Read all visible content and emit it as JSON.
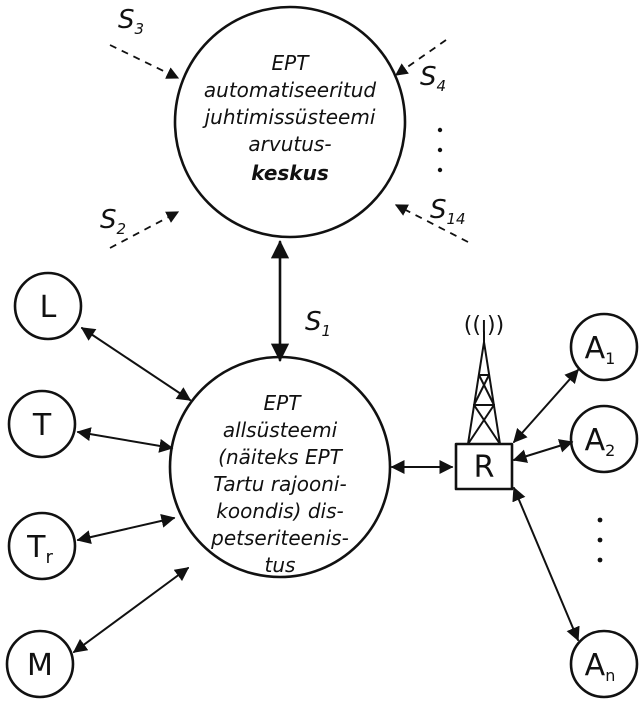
{
  "top_circle": {
    "lines": [
      "EPT",
      "automatiseeritud",
      "juhtimissüsteemi",
      "arvutus-",
      "keskus"
    ]
  },
  "bottom_circle": {
    "lines": [
      "EPT",
      "allsüsteemi",
      "(näiteks EPT",
      "Tartu rajooni-",
      "koondis) dis-",
      "petseriteenis-",
      "tus"
    ]
  },
  "signals": {
    "s1": {
      "base": "S",
      "sub": "1"
    },
    "s2": {
      "base": "S",
      "sub": "2"
    },
    "s3": {
      "base": "S",
      "sub": "3"
    },
    "s4": {
      "base": "S",
      "sub": "4"
    },
    "s14": {
      "base": "S",
      "sub": "14"
    }
  },
  "left_nodes": {
    "l": {
      "base": "L",
      "sub": ""
    },
    "t": {
      "base": "T",
      "sub": ""
    },
    "tr": {
      "base": "T",
      "sub": "r"
    },
    "m": {
      "base": "M",
      "sub": ""
    }
  },
  "radio": {
    "label": "R",
    "antenna": "((ı))"
  },
  "right_nodes": {
    "a1": {
      "base": "A",
      "sub": "1"
    },
    "a2": {
      "base": "A",
      "sub": "2"
    },
    "an": {
      "base": "A",
      "sub": "n"
    }
  },
  "ellipsis_top": "·\n·\n·",
  "ellipsis_right": "⋮"
}
